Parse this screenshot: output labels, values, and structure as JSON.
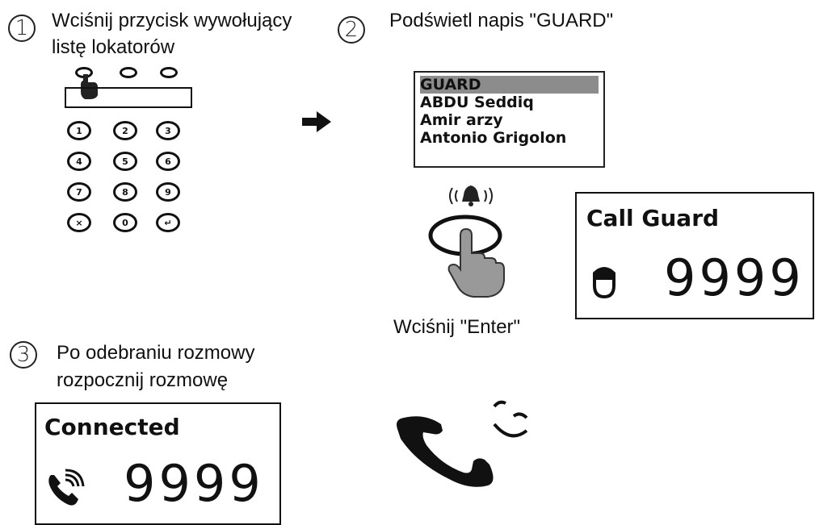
{
  "step1": {
    "number": "1",
    "caption_line1": "Wciśnij przycisk wywołujący",
    "caption_line2": "listę lokatorów",
    "keypad_keys": [
      "1",
      "2",
      "3",
      "4",
      "5",
      "6",
      "7",
      "8",
      "9",
      "×",
      "0",
      "↵"
    ]
  },
  "step2": {
    "number": "2",
    "caption": "Podświetl napis \"GUARD\"",
    "list_items": [
      "GUARD",
      "ABDU Seddiq",
      "Amir arzy",
      "Antonio Grigolon"
    ],
    "selected_index": 0,
    "enter_caption": "Wciśnij \"Enter\"",
    "display_title": "Call Guard",
    "display_number": "9999"
  },
  "step3": {
    "number": "3",
    "caption_line1": "Po odebraniu rozmowy",
    "caption_line2": "rozpocznij rozmowę",
    "display_title": "Connected",
    "display_number": "9999"
  },
  "icons": {
    "arrow": "arrow-right-icon",
    "hand_press": "hand-pressing-button-icon",
    "bell": "ringing-bell-icon",
    "guard": "guard-icon",
    "phone_ringing": "phone-ringing-icon",
    "handset": "handset-icon"
  }
}
